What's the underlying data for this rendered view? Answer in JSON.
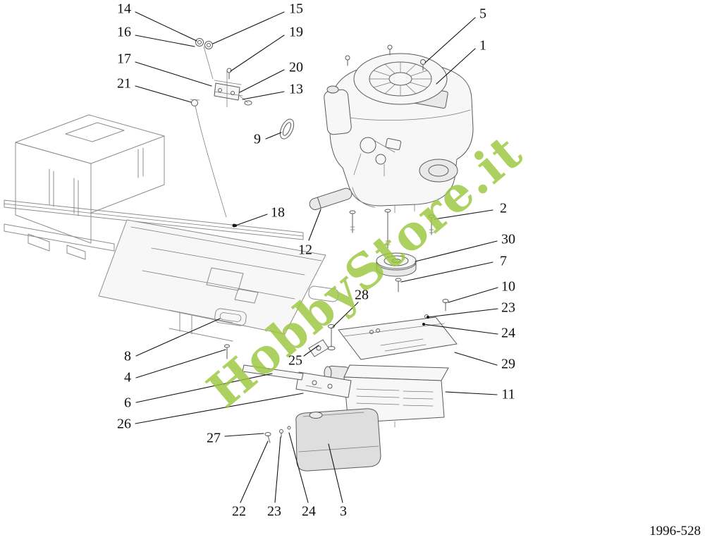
{
  "watermark": {
    "text": "HobbyStore.it",
    "color": "#9cc83e"
  },
  "footer": {
    "reference": "1996-528"
  },
  "diagram": {
    "callouts": [
      {
        "label": "14"
      },
      {
        "label": "15"
      },
      {
        "label": "16"
      },
      {
        "label": "19"
      },
      {
        "label": "17"
      },
      {
        "label": "20"
      },
      {
        "label": "21"
      },
      {
        "label": "13"
      },
      {
        "label": "5"
      },
      {
        "label": "1"
      },
      {
        "label": "9"
      },
      {
        "label": "18"
      },
      {
        "label": "2"
      },
      {
        "label": "12"
      },
      {
        "label": "30"
      },
      {
        "label": "7"
      },
      {
        "label": "10"
      },
      {
        "label": "23"
      },
      {
        "label": "28"
      },
      {
        "label": "24"
      },
      {
        "label": "8"
      },
      {
        "label": "4"
      },
      {
        "label": "25"
      },
      {
        "label": "29"
      },
      {
        "label": "6"
      },
      {
        "label": "11"
      },
      {
        "label": "26"
      },
      {
        "label": "27"
      },
      {
        "label": "22"
      },
      {
        "label": "23"
      },
      {
        "label": "24"
      },
      {
        "label": "3"
      }
    ]
  }
}
